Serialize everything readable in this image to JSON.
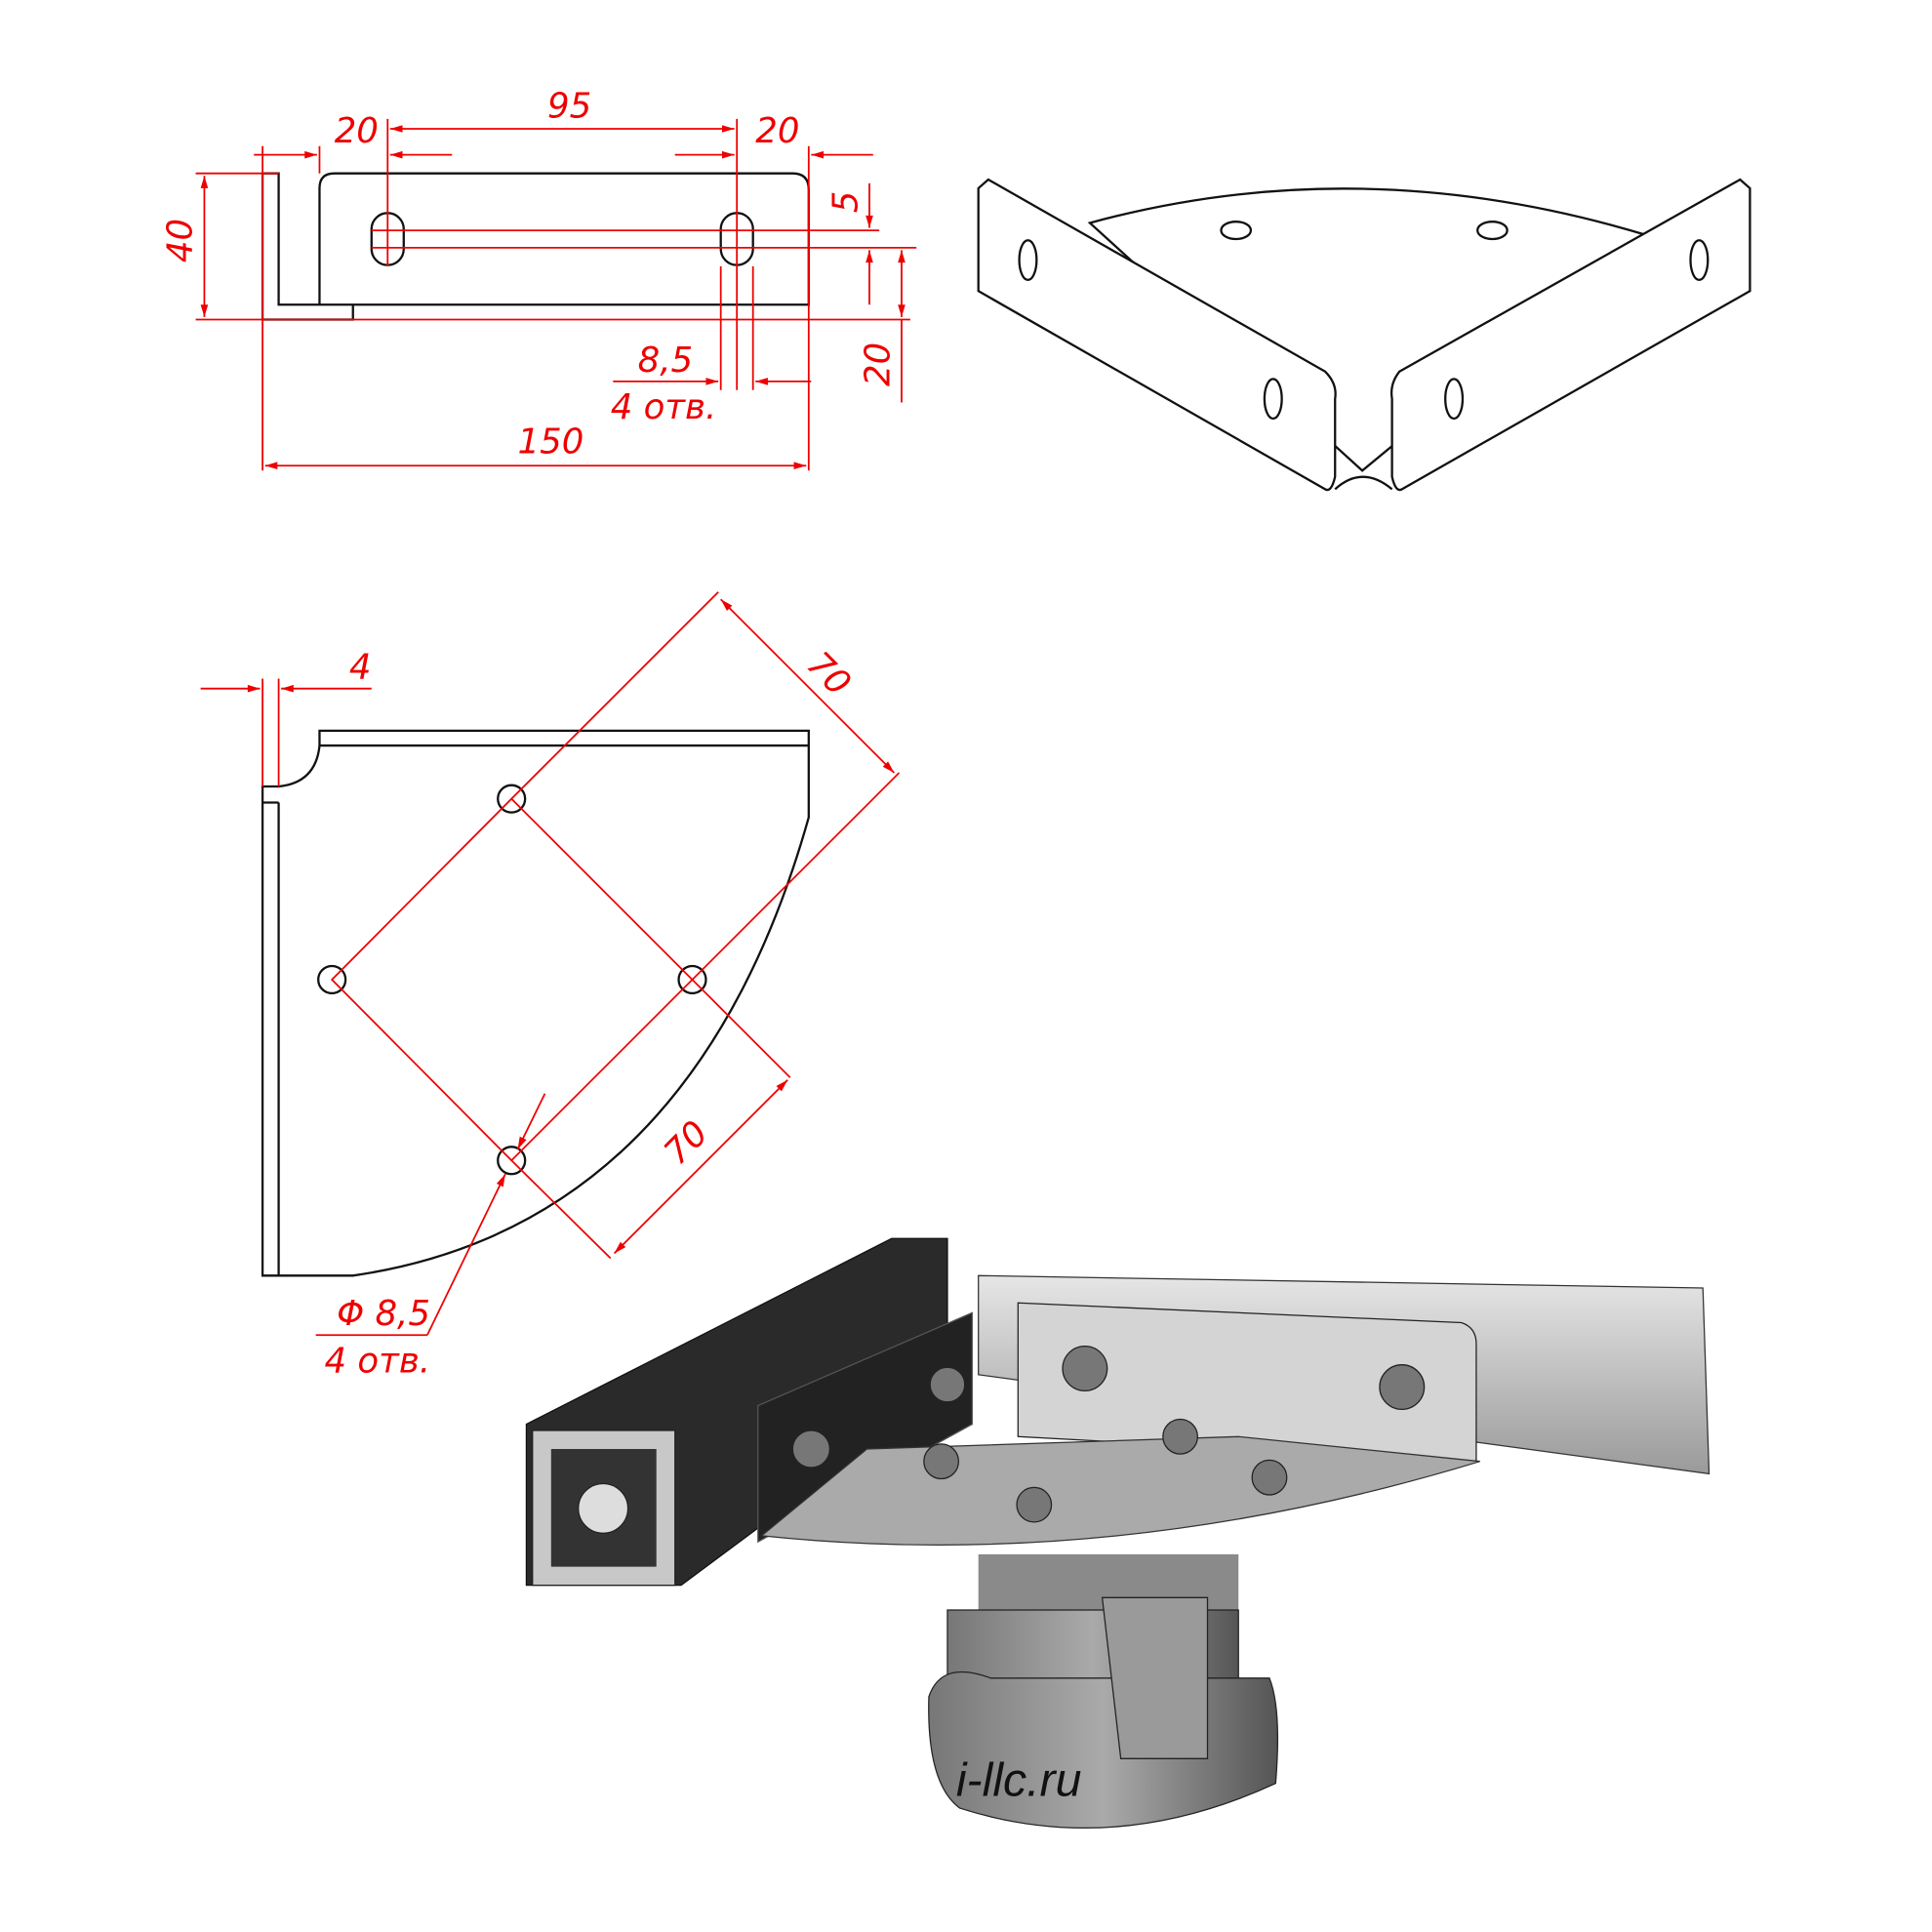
{
  "drawing": {
    "top_view": {
      "dim_left_offset": "20",
      "dim_slot_spacing": "95",
      "dim_right_offset": "20",
      "dim_slot_height": "5",
      "dim_height": "40",
      "dim_slot_width": "8,5",
      "slot_count": "4 отв.",
      "dim_slot_center": "20",
      "dim_length": "150"
    },
    "plan_view": {
      "dim_thickness": "4",
      "dim_hole_spacing_a": "70",
      "dim_hole_spacing_b": "70",
      "dim_hole_diameter": "Φ 8,5",
      "hole_count": "4 отв."
    },
    "render": {
      "watermark": "i-llc.ru"
    }
  },
  "colors": {
    "dimension": "#ee0000",
    "outline": "#111111"
  }
}
